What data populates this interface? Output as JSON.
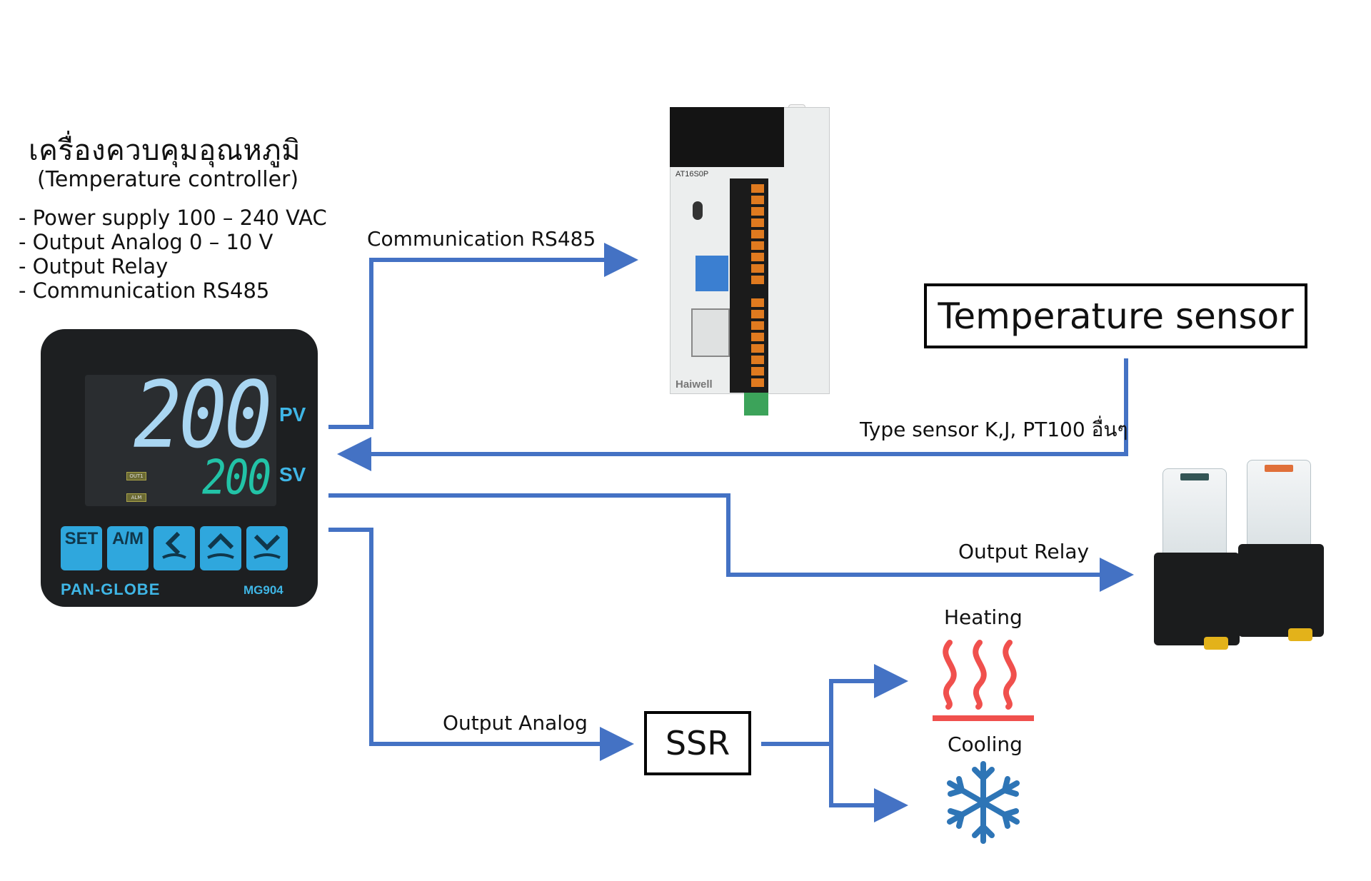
{
  "controller": {
    "title_th": "เครื่องควบคุมอุณหภูมิ",
    "title_en": "(Temperature controller)",
    "specs": [
      "- Power supply 100 – 240 VAC",
      "- Output Analog 0 – 10 V",
      "- Output Relay",
      "- Communication RS485"
    ],
    "display": {
      "pv_value": "200",
      "sv_value": "200",
      "pv_label": "PV",
      "sv_label": "SV",
      "indicator_1": "OUT1",
      "indicator_2": "ALM"
    },
    "keys": [
      "SET",
      "A/M",
      "<",
      "^",
      "v"
    ],
    "brand": "PAN-GLOBE",
    "model": "MG904"
  },
  "plc": {
    "model": "AT16S0P",
    "brand": "Haiwell"
  },
  "connections": {
    "rs485_label": "Communication RS485",
    "sensor_label": "Type sensor K,J, PT100  อื่นๆ",
    "relay_label": "Output Relay",
    "analog_label": "Output Analog"
  },
  "boxes": {
    "temperature_sensor": "Temperature sensor",
    "ssr": "SSR"
  },
  "loads": {
    "heating": "Heating",
    "cooling": "Cooling"
  },
  "colors": {
    "connector": "#4472c4",
    "heating": "#f0504d",
    "cooling": "#2e75b6"
  }
}
